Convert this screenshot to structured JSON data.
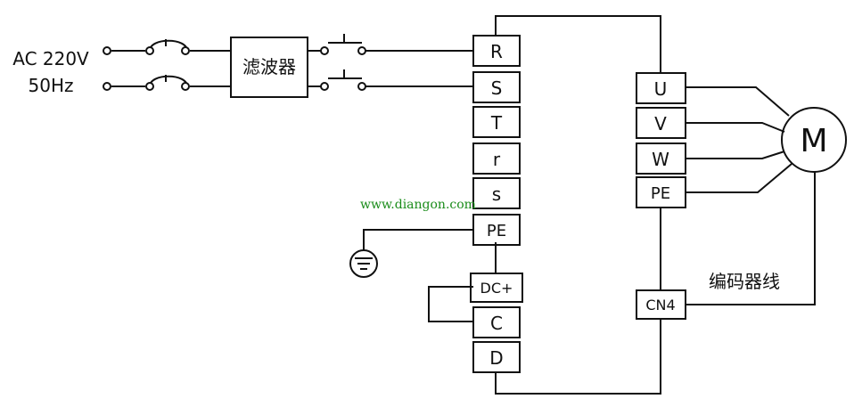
{
  "source": {
    "line1": "AC 220V",
    "line2": "50Hz"
  },
  "filter": {
    "label": "滤波器"
  },
  "input_terminals": [
    "R",
    "S",
    "T",
    "r",
    "s",
    "PE"
  ],
  "brake_terminals": [
    "DC+",
    "C",
    "D"
  ],
  "output_terminals": [
    "U",
    "V",
    "W",
    "PE"
  ],
  "encoder_terminal": "CN4",
  "motor": {
    "label": "M"
  },
  "encoder_label": "编码器线",
  "watermark": "www.diangon.com",
  "colors": {
    "line": "#111111",
    "watermark": "#1a8c1a"
  }
}
